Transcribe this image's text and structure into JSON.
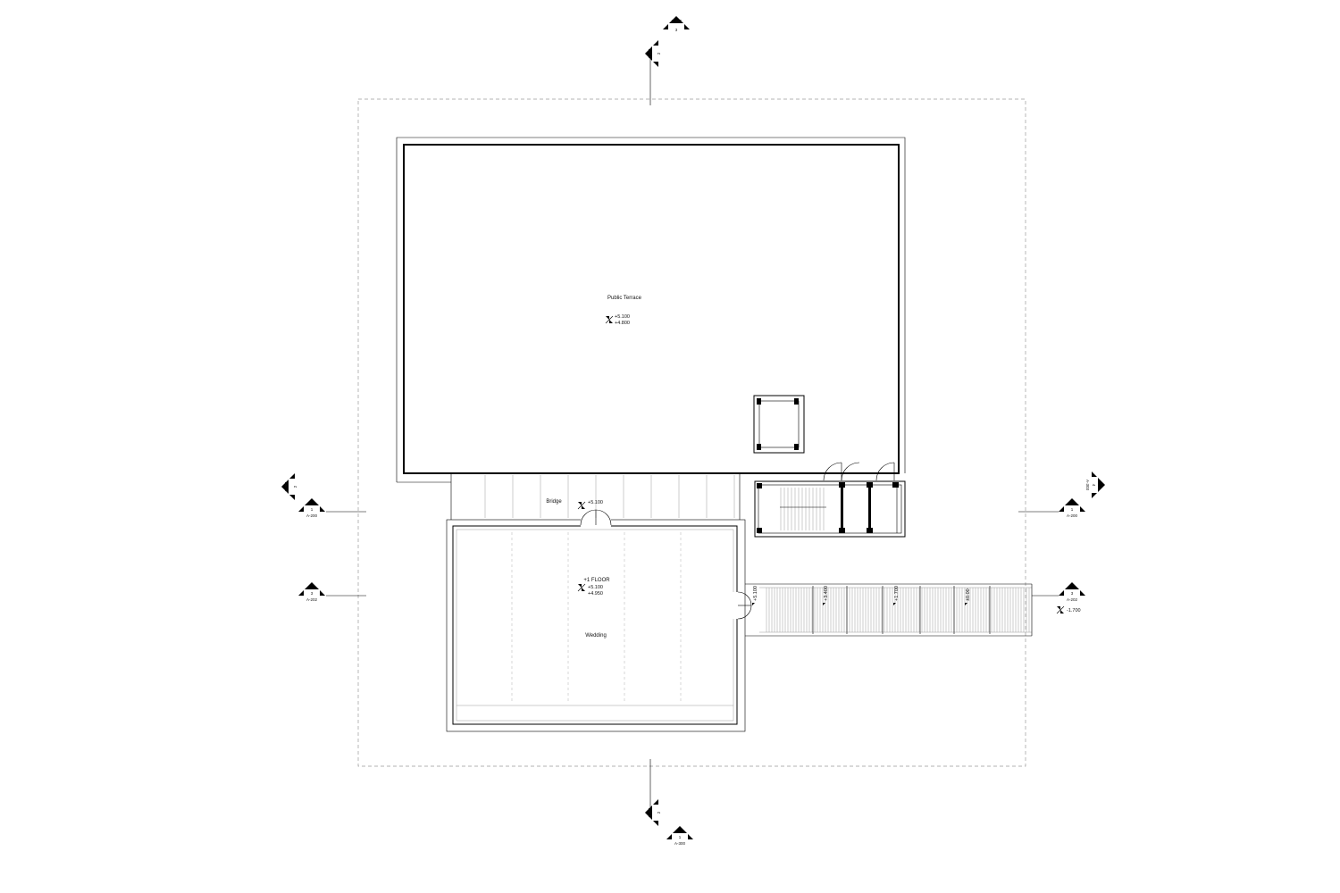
{
  "drawing": {
    "rooms": {
      "public_terrace": "Public Terrace",
      "bridge": "Bridge",
      "floor_name": "+1 FLOOR",
      "wedding": "Wedding"
    },
    "levels": {
      "terrace_top": "+5.100",
      "terrace_bottom": "+4.800",
      "bridge": "+5.100",
      "floor_top": "+5.100",
      "floor_bottom": "+4.950",
      "ramp_1": "+5.100",
      "ramp_2": "+3.400",
      "ramp_3": "+1.700",
      "ramp_4": "±0.00",
      "exterior": "-1.700"
    },
    "markers": {
      "top_302": {
        "num": "3",
        "sheet": "A-302"
      },
      "top_201": {
        "num": "2",
        "sheet": "A-201"
      },
      "bottom_201": {
        "num": "2",
        "sheet": "A-201"
      },
      "bottom_300": {
        "num": "1",
        "sheet": "A-300"
      },
      "left_301": {
        "num": "2",
        "sheet": "A-301"
      },
      "left_200": {
        "num": "1",
        "sheet": "A-200"
      },
      "left_202": {
        "num": "3",
        "sheet": "A-202"
      },
      "right_303": {
        "num": "4",
        "sheet": "A-303"
      },
      "right_200": {
        "num": "1",
        "sheet": "A-200"
      },
      "right_202": {
        "num": "3",
        "sheet": "A-202"
      }
    }
  }
}
